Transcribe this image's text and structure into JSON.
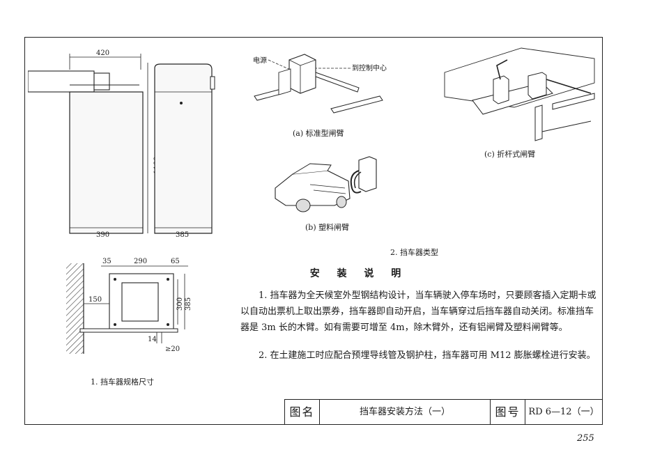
{
  "figures": {
    "fig1": {
      "caption": "1. 挡车器规格尺寸",
      "dim_top_width": "420",
      "dim_height": "1100",
      "dim_front_width": "390",
      "dim_side_width": "385",
      "plan_dim_a": "35",
      "plan_dim_b": "290",
      "plan_dim_c": "65",
      "plan_dim_d": "150",
      "plan_dim_e": "300",
      "plan_dim_f": "385",
      "plan_dim_g": "14",
      "plan_dim_h": "≥20"
    },
    "fig2": {
      "caption": "2. 挡车器类型",
      "label_power": "电源",
      "label_control": "到控制中心",
      "sub_a": "(a) 标准型闸臂",
      "sub_b": "(b) 塑料闸臂",
      "sub_c": "(c) 折杆式闸臂"
    }
  },
  "section": {
    "title": "安 装 说 明",
    "para1": "1. 挡车器为全天候室外型钢结构设计，当车辆驶入停车场时，只要顾客插入定期卡或以自动出票机上取出票券，挡车器即自动开启，当车辆穿过后挡车器自动关闭。标准挡车器是 3m 长的木臂。如有需要可增至 4m，除木臂外，还有铝闸臂及塑料闸臂等。",
    "para2": "2. 在土建施工时应配合预埋导线管及钢护柱，挡车器可用 M12 膨胀螺栓进行安装。"
  },
  "title_block": {
    "name_label": "图名",
    "name_value": "挡车器安装方法（一）",
    "number_label": "图号",
    "number_value": "RD 6—12（一）"
  },
  "page_number": "255"
}
